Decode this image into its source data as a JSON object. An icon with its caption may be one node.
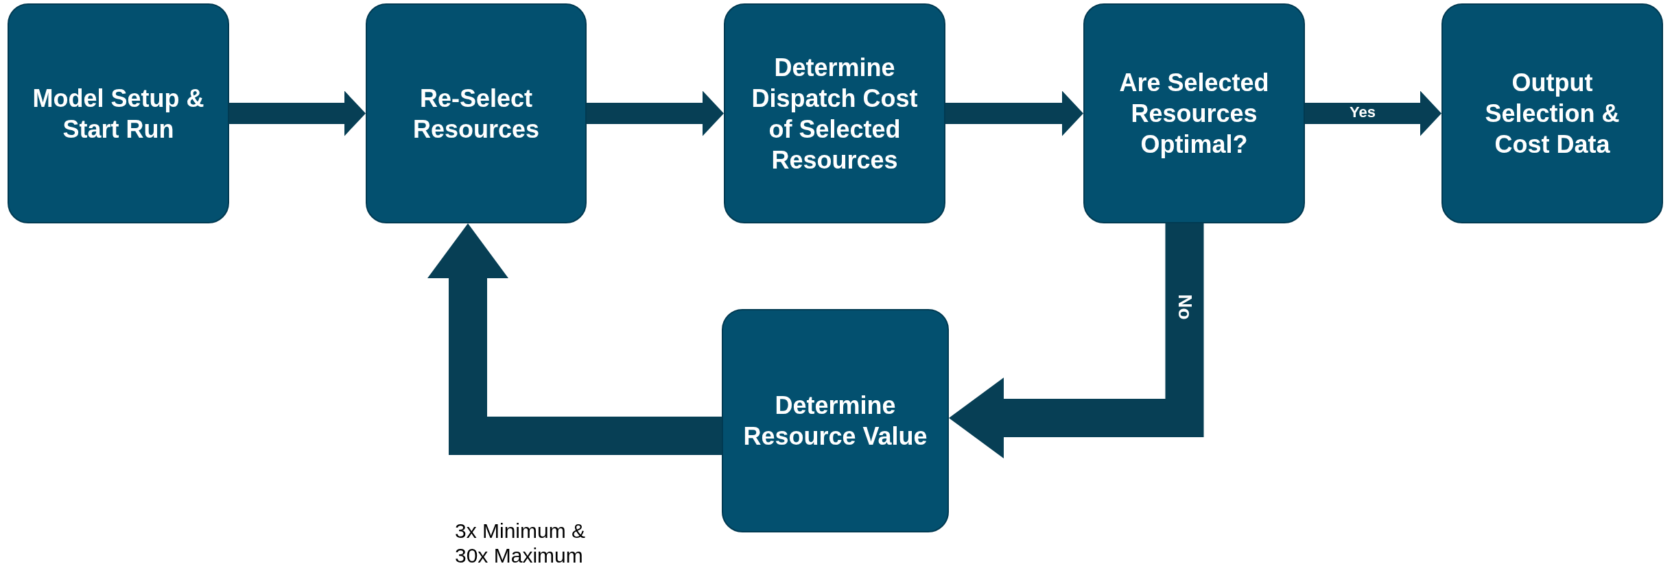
{
  "diagram": {
    "nodes": [
      {
        "text": [
          "Model Setup & Start Run"
        ]
      },
      {
        "text": [
          "Re-Select Resources"
        ]
      },
      {
        "text": [
          "Determine Dispatch Cost of Selected Resources"
        ]
      },
      {
        "text": [
          "Are Selected Resources Optimal?"
        ]
      },
      {
        "text": [
          "Output Selection & Cost Data"
        ]
      },
      {
        "text": [
          "Determine Resource Value"
        ]
      }
    ],
    "edges": [
      {
        "from": 0,
        "to": 1,
        "arrow": "to"
      },
      {
        "from": 1,
        "to": 2,
        "arrow": "to"
      },
      {
        "from": 2,
        "to": 3,
        "arrow": "to"
      },
      {
        "from": 3,
        "to": 4,
        "arrow": "to",
        "label": "Yes"
      },
      {
        "from": 3,
        "to": 5,
        "arrow": "to",
        "label": "No",
        "style": "thick"
      },
      {
        "from": 5,
        "to": 1,
        "arrow": "to",
        "label": "3x Minimum & 30x Maximum",
        "style": "thick"
      }
    ]
  }
}
